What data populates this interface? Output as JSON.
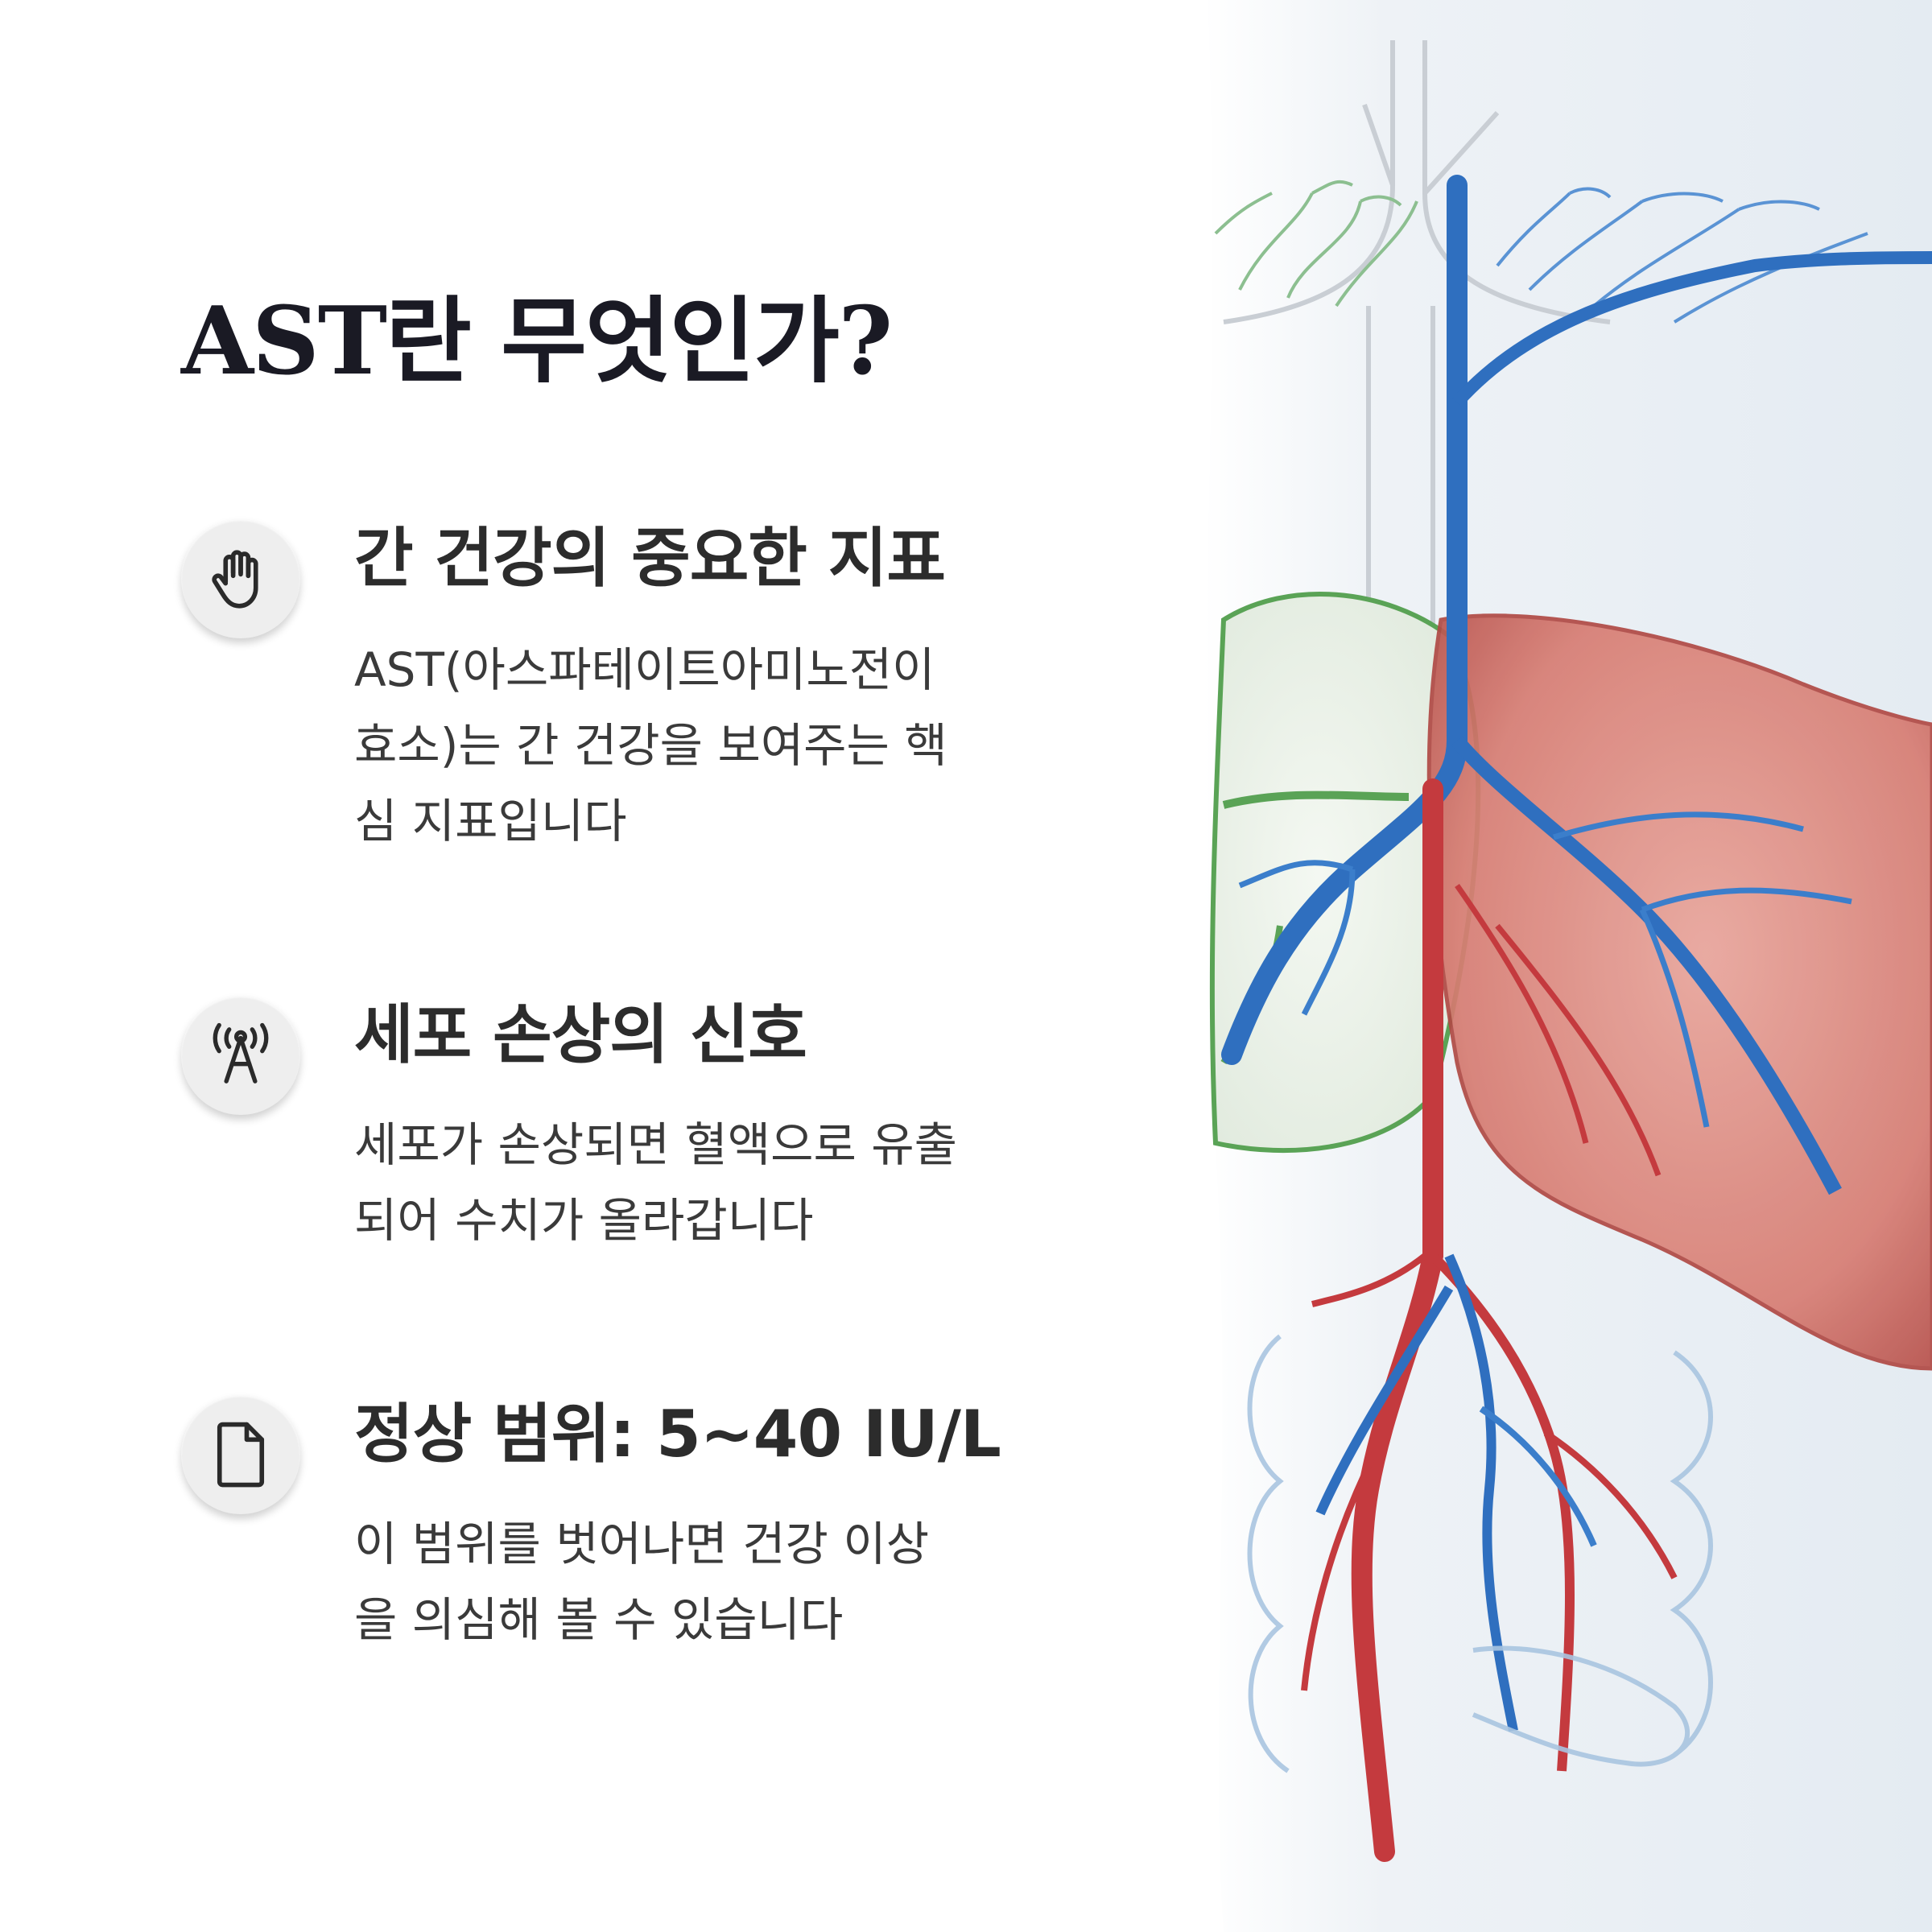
{
  "title": "AST란 무엇인가?",
  "items": [
    {
      "icon": "hand-icon",
      "heading": "간 건강의 중요한 지표",
      "lines": [
        "AST(아스파테이트아미노전이",
        "효소)는 간 건강을 보여주는 핵",
        "심 지표입니다"
      ]
    },
    {
      "icon": "signal-tower-icon",
      "heading": "세포 손상의 신호",
      "lines": [
        "세포가 손상되면 혈액으로 유출",
        "되어 수치가 올라갑니다"
      ]
    },
    {
      "icon": "document-icon",
      "heading": "정상 범위: 5~40 IU/L",
      "lines": [
        "이 범위를 벗어나면 건강 이상",
        "을 의심해 볼 수 있습니다"
      ]
    }
  ],
  "colors": {
    "artery": "#c43a3e",
    "vein": "#2f6fbf",
    "liver": "#d9847c",
    "gallbladder": "#5aa356"
  }
}
